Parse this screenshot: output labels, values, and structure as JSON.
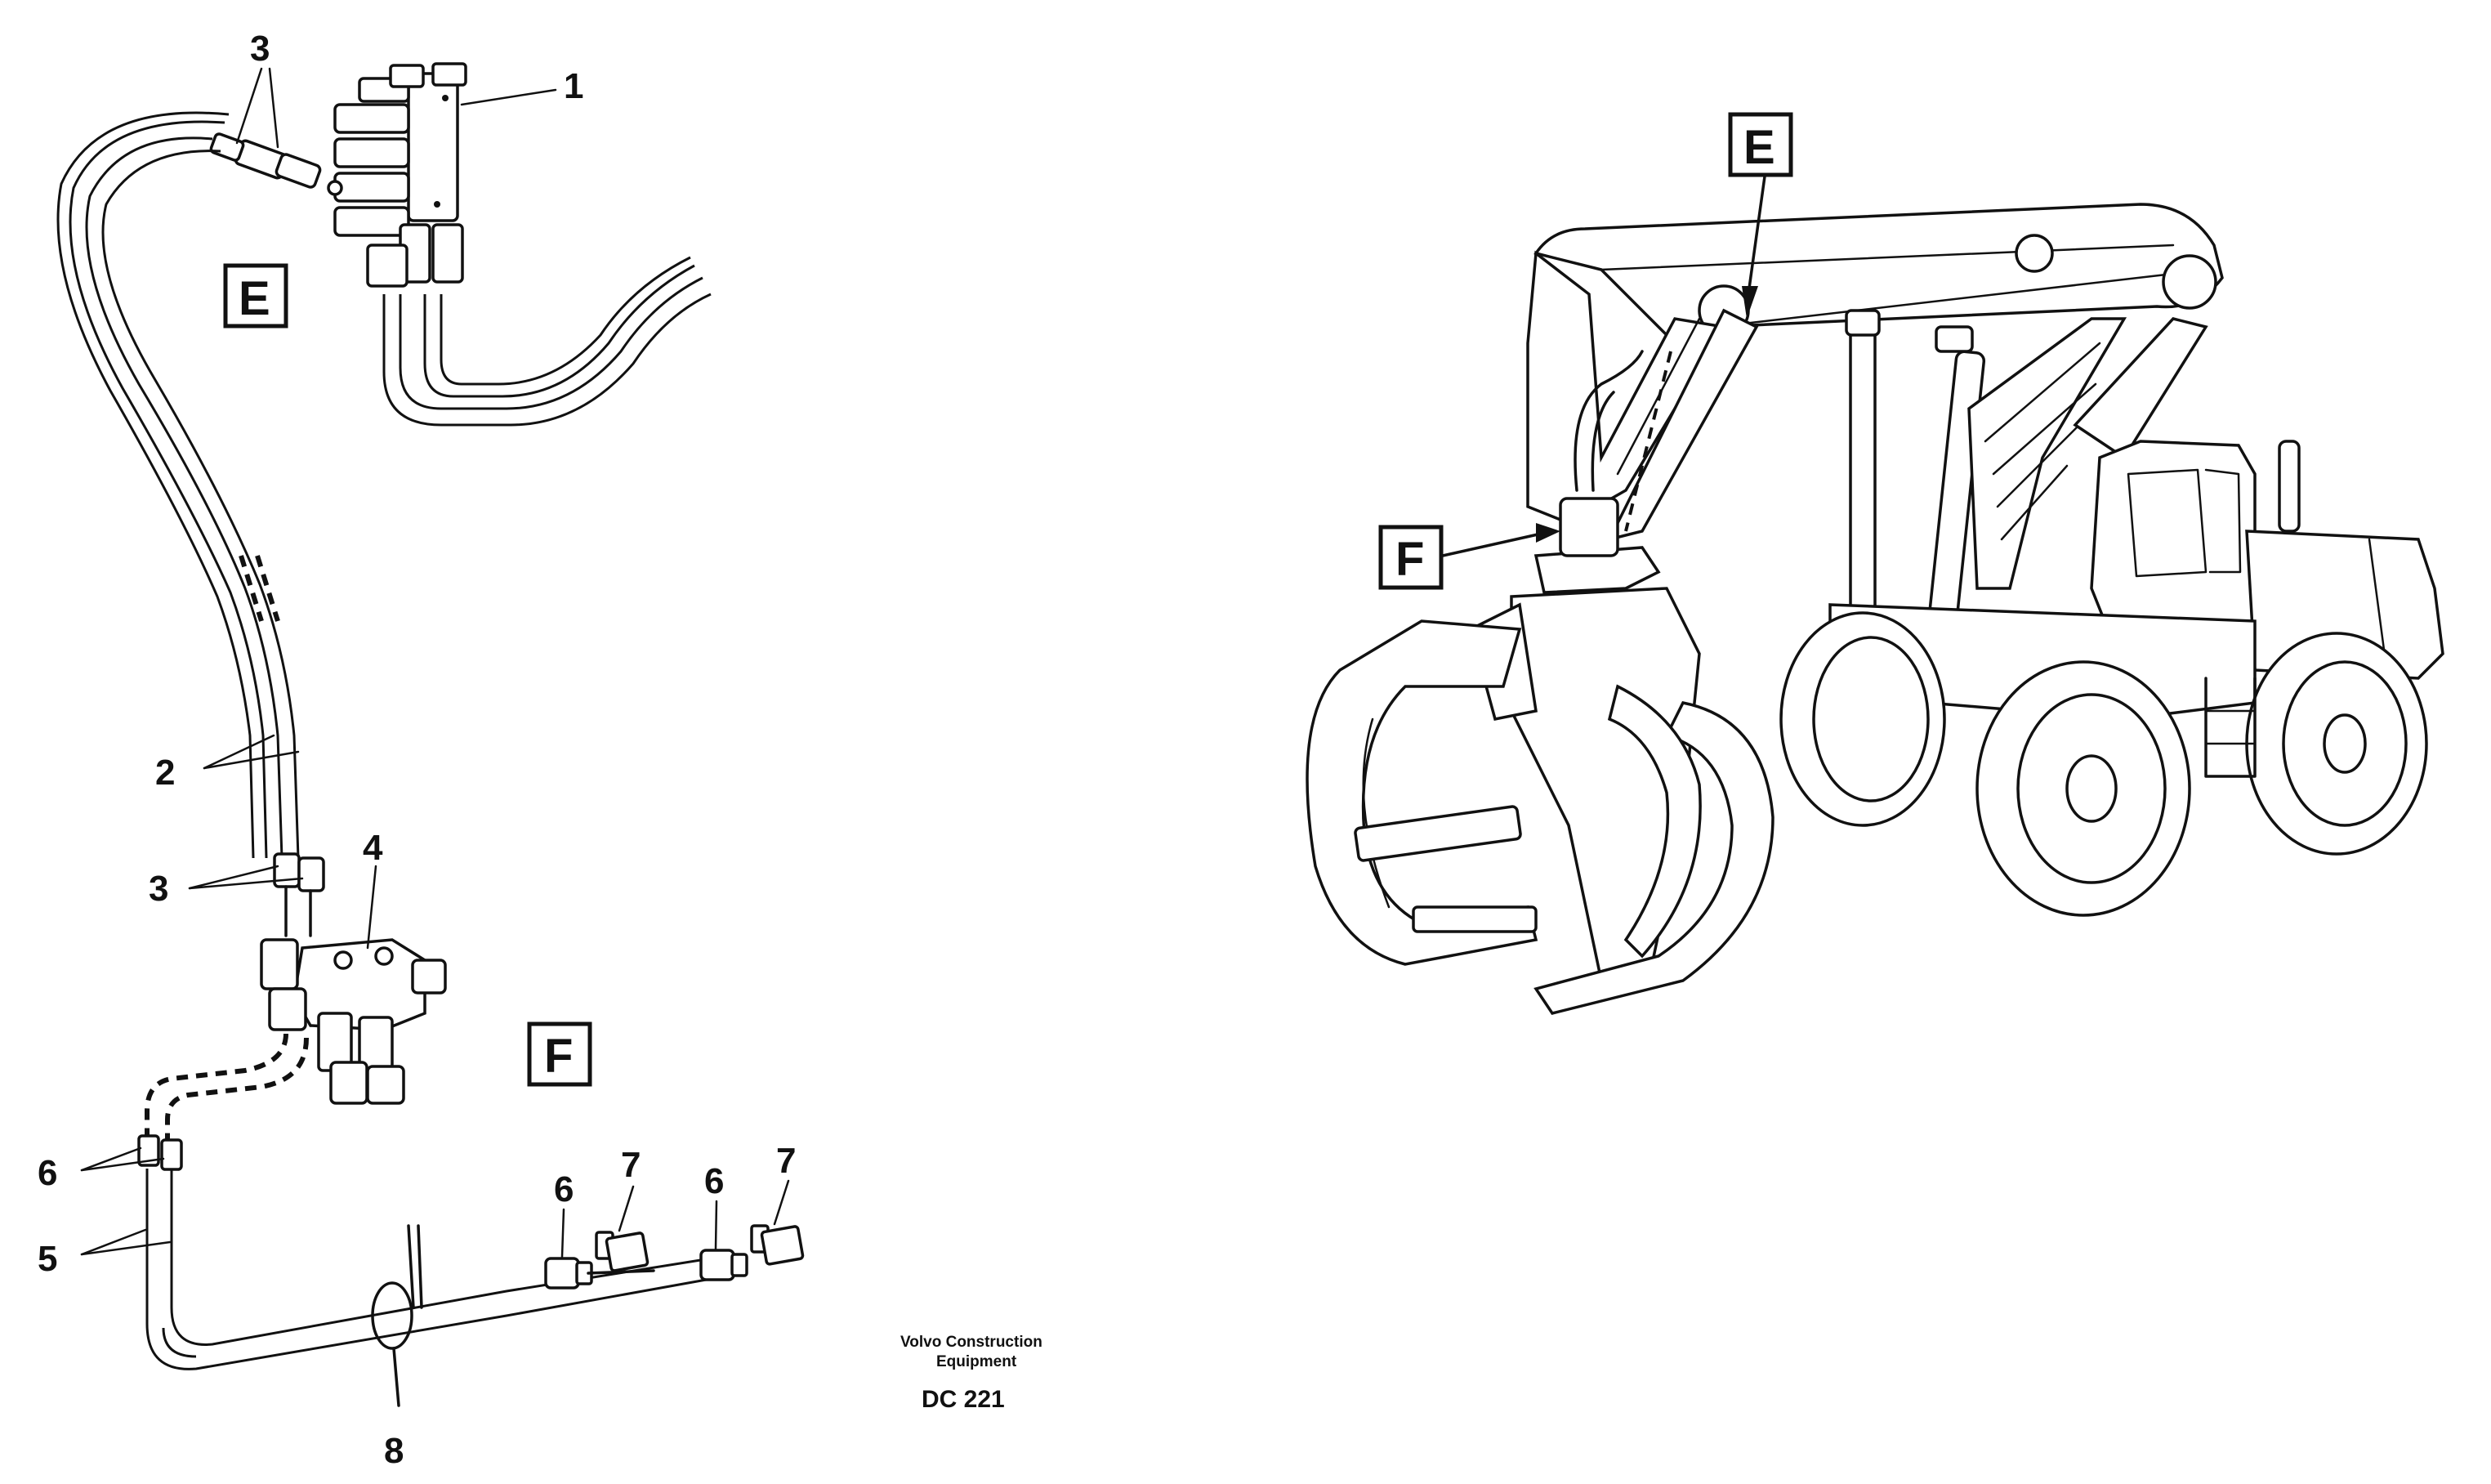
{
  "callouts": {
    "c1": "1",
    "c2": "2",
    "c3a": "3",
    "c3b": "3",
    "c4": "4",
    "c5": "5",
    "c6a": "6",
    "c6b": "6",
    "c6c": "6",
    "c7a": "7",
    "c7b": "7",
    "c8": "8"
  },
  "detail_labels": {
    "e_left": "E",
    "f_left": "F",
    "e_machine": "E",
    "f_machine": "F"
  },
  "credit": {
    "line1": "Volvo Construction",
    "line2": "Equipment",
    "code": "DC 221"
  }
}
